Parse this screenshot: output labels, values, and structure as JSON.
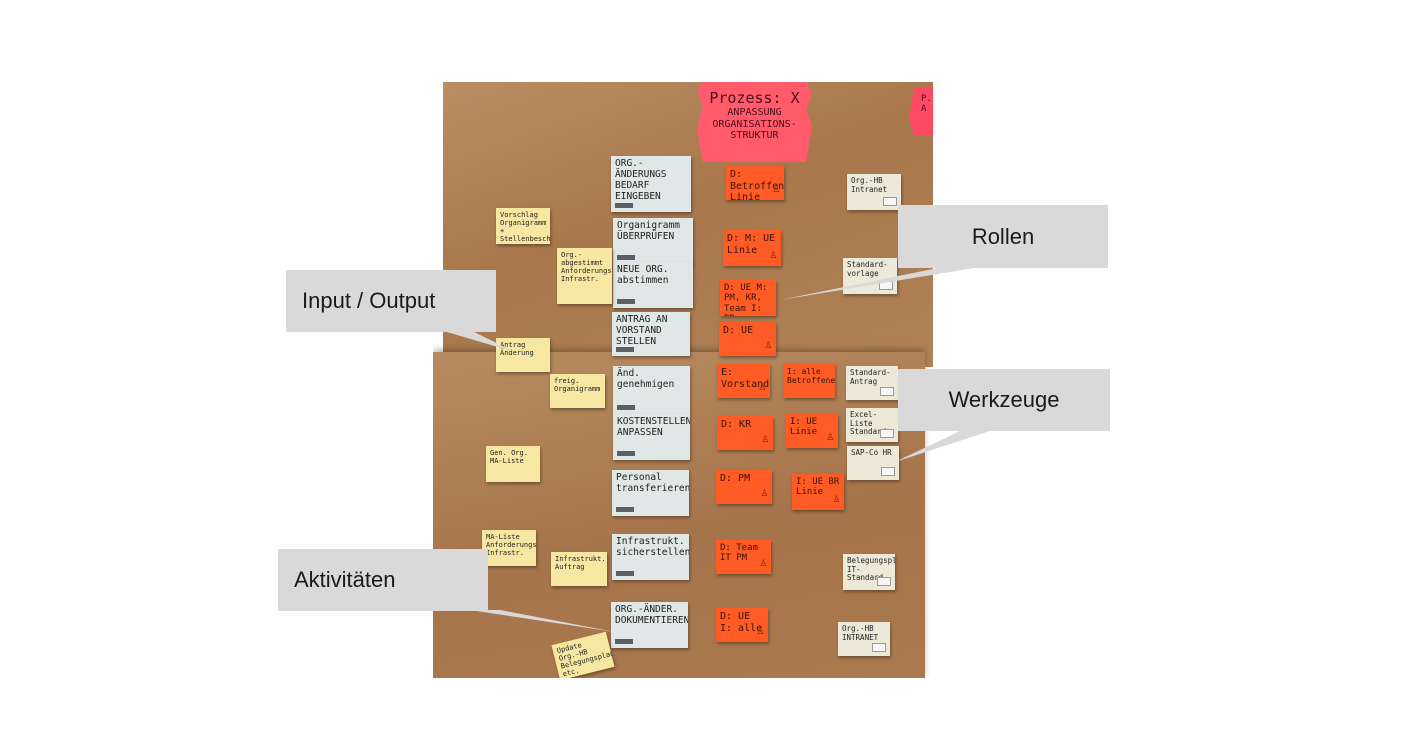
{
  "board": {
    "title_line1": "Prozess: X",
    "title_line2": "ANPASSUNG",
    "title_line3": "ORGANISATIONS-",
    "title_line4": "STRUKTUR",
    "title_edge": "P. A"
  },
  "callouts": {
    "rollen": "Rollen",
    "input_output": "Input / Output",
    "werkzeuge": "Werkzeuge",
    "aktivitaeten": "Aktivitäten"
  },
  "activities": [
    "ORG.-ÄNDERUNGS BEDARF EINGEBEN",
    "Organigramm ÜBERPRÜFEN",
    "NEUE ORG. abstimmen",
    "ANTRAG AN VORSTAND STELLEN",
    "Änd. genehmigen",
    "KOSTENSTELLEN ANPASSEN",
    "Personal transferieren",
    "Infrastrukt. sicherstellen",
    "ORG.-ÄNDER. DOKUMENTIEREN"
  ],
  "roles": [
    "D: Betroffene Linie",
    "D: M: UE Linie",
    "D: UE M: PM, KR, Team I: BR",
    "D: UE",
    "E: Vorstand",
    "I: alle Betroffene",
    "D: KR",
    "I: UE Linie",
    "D: PM",
    "I: UE BR Linie",
    "D: Team IT PM",
    "D: UE I: alle"
  ],
  "inputs": [
    "Vorschlag Organigramm + Stellenbeschr.",
    "Org.-abgestimmt Anforderungsprofil Infrastr.",
    "Antrag Änderung",
    "freig. Organigramm",
    "Gen. Org. MA-Liste",
    "MA-Liste Anforderungsprofil Infrastr.",
    "Infrastrukt. Auftrag",
    "Update Org.-HB Belegungsplan etc."
  ],
  "tools": [
    "Org.-HB Intranet",
    "Standard-vorlage",
    "Standard-Antrag",
    "Excel-Liste Standard",
    "SAP-Co HR",
    "Belegungsplan IT-Standard",
    "Org.-HB INTRANET"
  ]
}
